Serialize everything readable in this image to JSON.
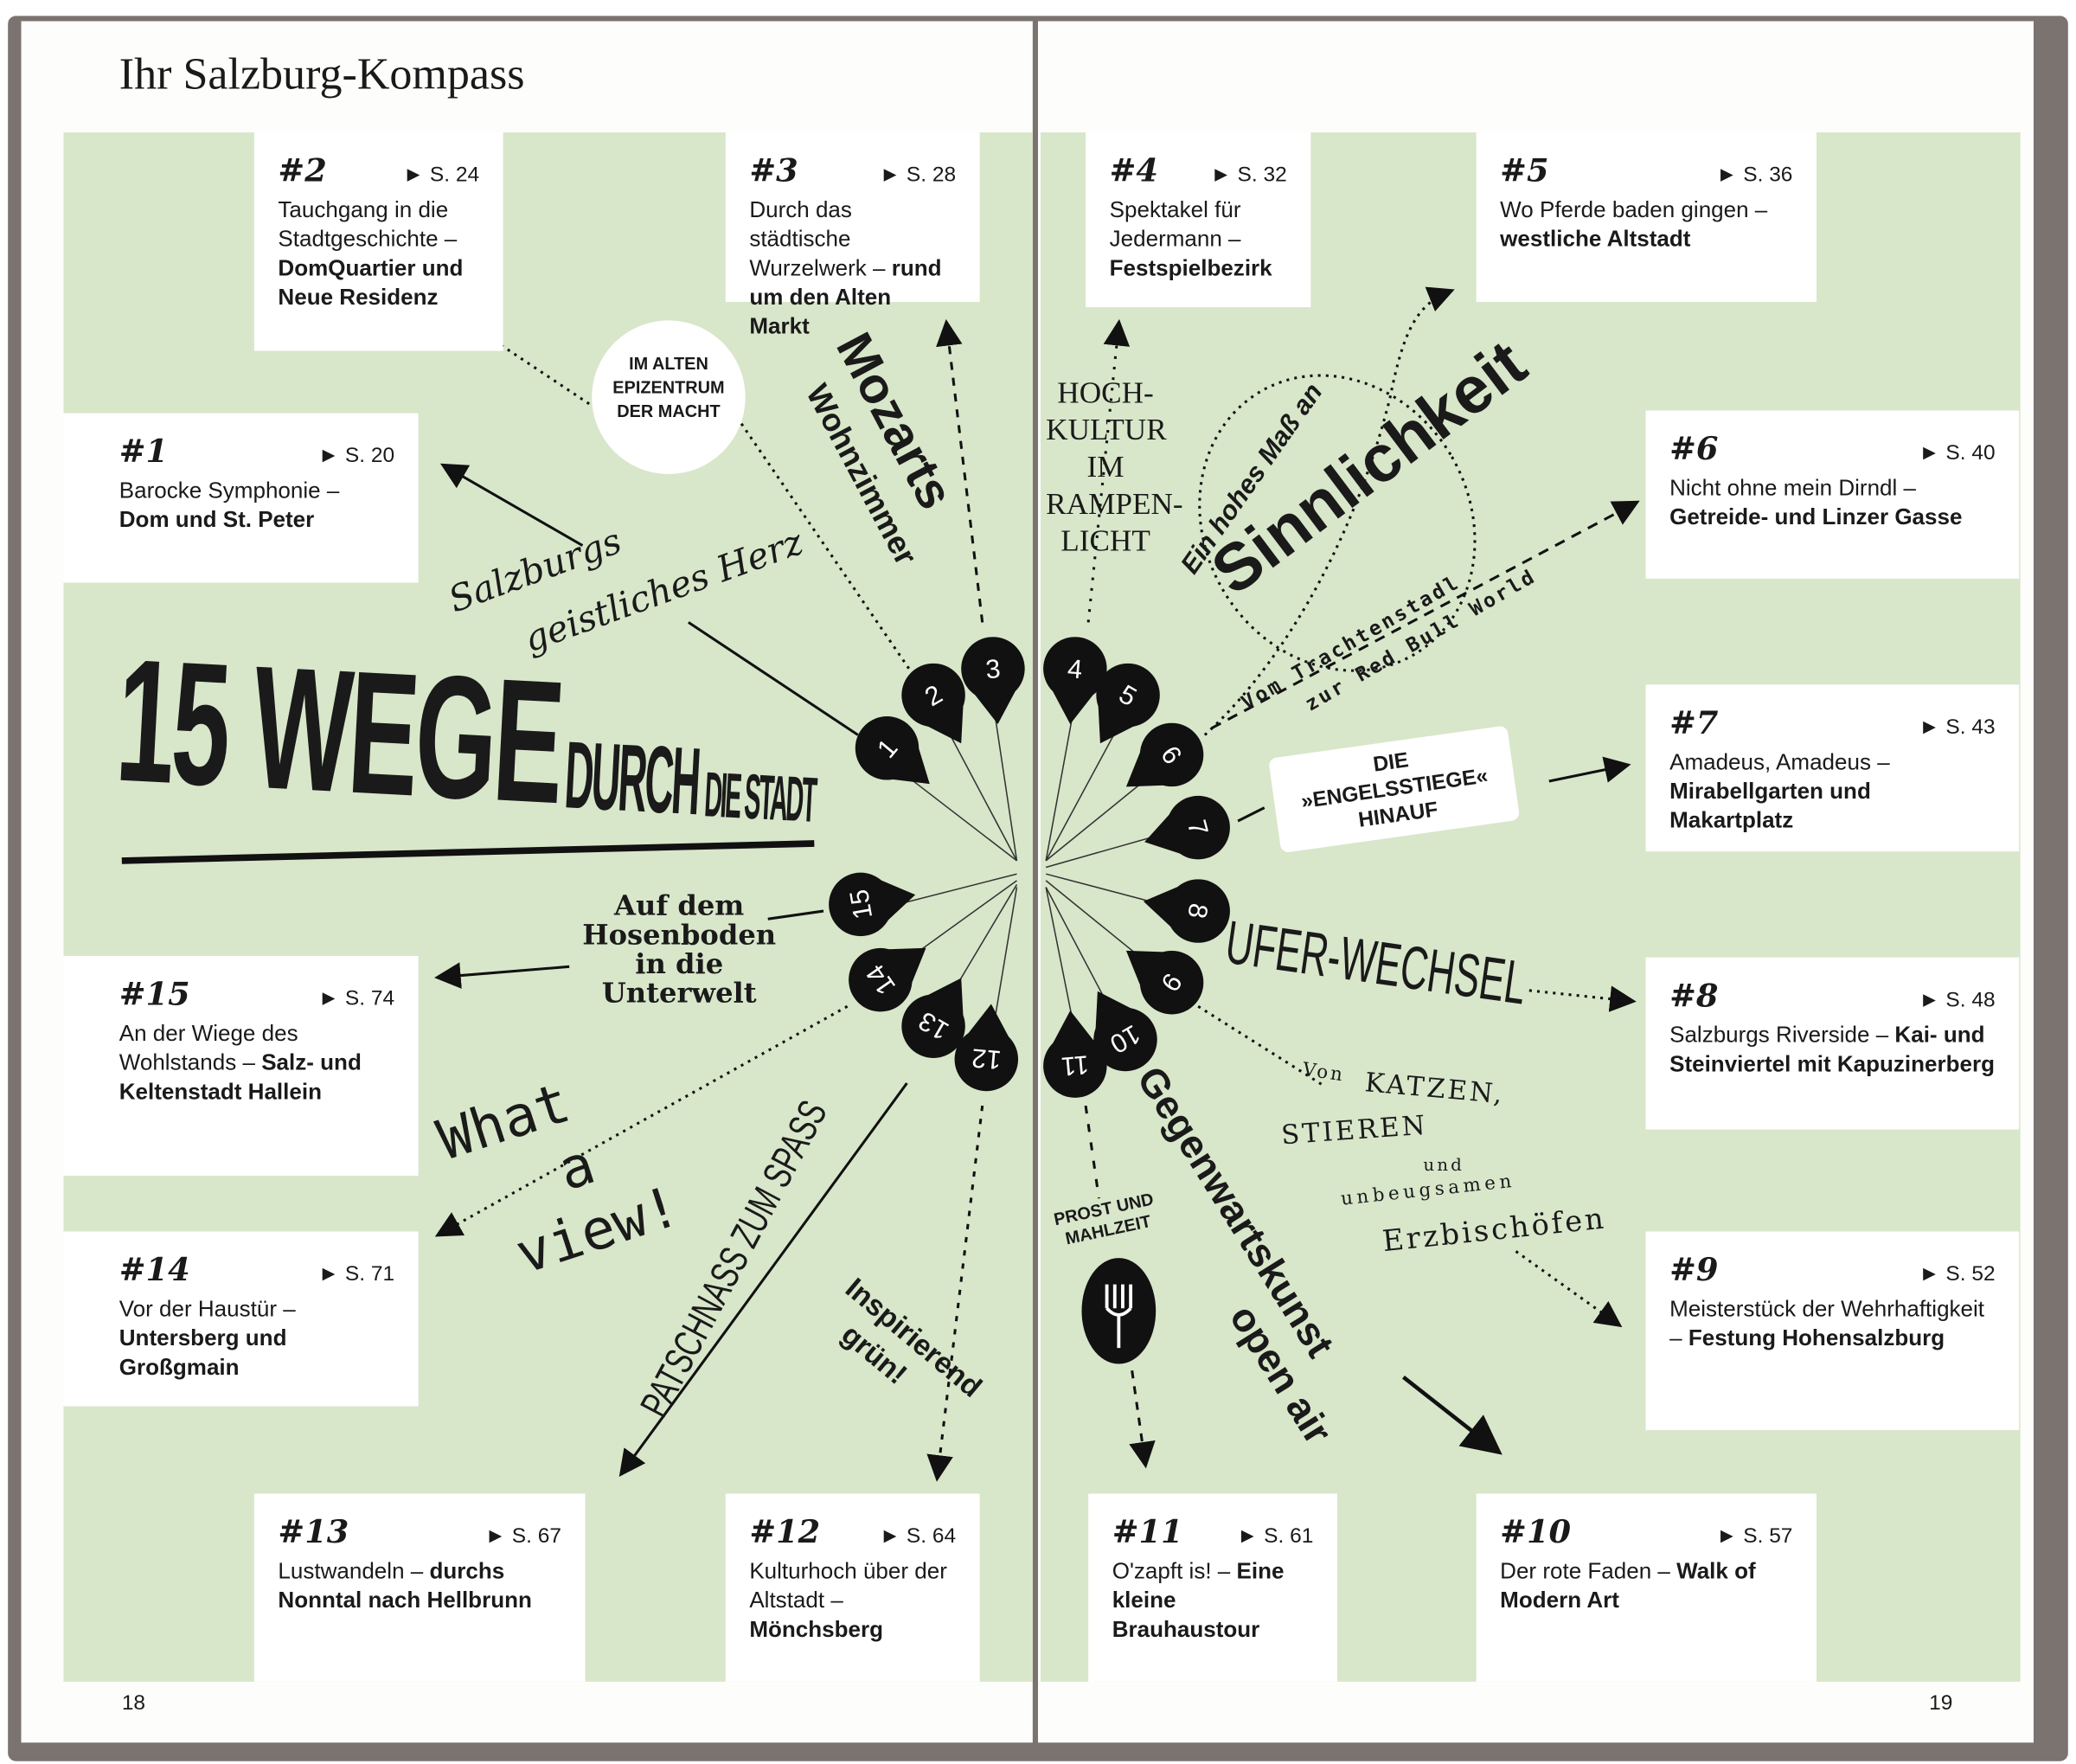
{
  "title": "Ihr Salzburg-Kompass",
  "page_left": "18",
  "page_right": "19",
  "tours": [
    {
      "num": "#1",
      "page": "► S. 20",
      "text": "Barocke Symphonie –",
      "bold": "Dom und St. Peter"
    },
    {
      "num": "#2",
      "page": "► S. 24",
      "text": "Tauchgang in die Stadtgeschichte –",
      "bold": "DomQuartier und Neue Residenz"
    },
    {
      "num": "#3",
      "page": "► S. 28",
      "text": "Durch das städtische Wurzelwerk –",
      "bold": "rund um den Alten Markt"
    },
    {
      "num": "#4",
      "page": "► S. 32",
      "text": "Spektakel für Jedermann –",
      "bold": "Festspielbezirk"
    },
    {
      "num": "#5",
      "page": "► S. 36",
      "text": "Wo Pferde baden gingen –",
      "bold": "westliche Altstadt"
    },
    {
      "num": "#6",
      "page": "► S. 40",
      "text": "Nicht ohne mein Dirndl –",
      "bold": "Getreide- und Linzer Gasse"
    },
    {
      "num": "#7",
      "page": "► S. 43",
      "text": "Amadeus, Amadeus –",
      "bold": "Mirabellgarten und Makartplatz"
    },
    {
      "num": "#8",
      "page": "► S. 48",
      "text": "Salzburgs Riverside –",
      "bold": "Kai- und Steinviertel mit Kapuzinerberg"
    },
    {
      "num": "#9",
      "page": "► S. 52",
      "text": "Meisterstück der Wehrhaftigkeit –",
      "bold": "Festung Hohensalzburg"
    },
    {
      "num": "#10",
      "page": "► S. 57",
      "text": "Der rote Faden –",
      "bold": "Walk of Modern Art"
    },
    {
      "num": "#11",
      "page": "► S. 61",
      "text": "O'zapft is! –",
      "bold": "Eine kleine Brauhaustour"
    },
    {
      "num": "#12",
      "page": "► S. 64",
      "text": "Kulturhoch über der Altstadt –",
      "bold": "Mönchsberg"
    },
    {
      "num": "#13",
      "page": "► S. 67",
      "text": "Lustwandeln –",
      "bold": "durchs Nonntal nach Hellbrunn"
    },
    {
      "num": "#14",
      "page": "► S. 71",
      "text": "Vor der Haustür –",
      "bold": "Untersberg und Großgmain"
    },
    {
      "num": "#15",
      "page": "► S. 74",
      "text": "An der Wiege des Wohlstands –",
      "bold": "Salz- und Keltenstadt Hallein"
    }
  ],
  "headline": {
    "a": "15 WEGE",
    "b": "DURCH",
    "c": "DIE STADT"
  },
  "labels": {
    "herz1": "Salzburgs",
    "herz2": "geistliches Herz",
    "epi": "IM ALTEN EPIZENTRUM DER MACHT",
    "mozart1": "Mozarts",
    "mozart2": "Wohnzimmer",
    "hoch": "HOCH-KULTUR IM RAMPEN-LICHT",
    "sinn1": "Ein hohes Maß an",
    "sinn2": "Sinnlichkeit",
    "tracht1": "Vom Trachtenstadl",
    "tracht2": "zur Red Bull World",
    "engel": "DIE »ENGELSSTIEGE« HINAUF",
    "ufer": "UFER-WECHSEL",
    "katzen1": "Von",
    "katzen2": "KATZEN,",
    "katzen3": "STIEREN",
    "katzen4": "und",
    "katzen5": "unbeugsamen",
    "katzen6": "Erzbischöfen",
    "gegen1": "Gegenwartskunst",
    "gegen2": "open air",
    "prost": "PROST UND MAHLZEIT",
    "insp1": "Inspirierend",
    "insp2": "grün!",
    "patsch": "PATSCHNASS ZUM SPASS",
    "view1": "What",
    "view2": "a",
    "view3": "view!",
    "hosen": "Auf dem Hosenboden in die Unterwelt"
  },
  "pins": [
    "1",
    "2",
    "3",
    "4",
    "5",
    "6",
    "7",
    "8",
    "9",
    "10",
    "11",
    "12",
    "13",
    "14",
    "15"
  ]
}
